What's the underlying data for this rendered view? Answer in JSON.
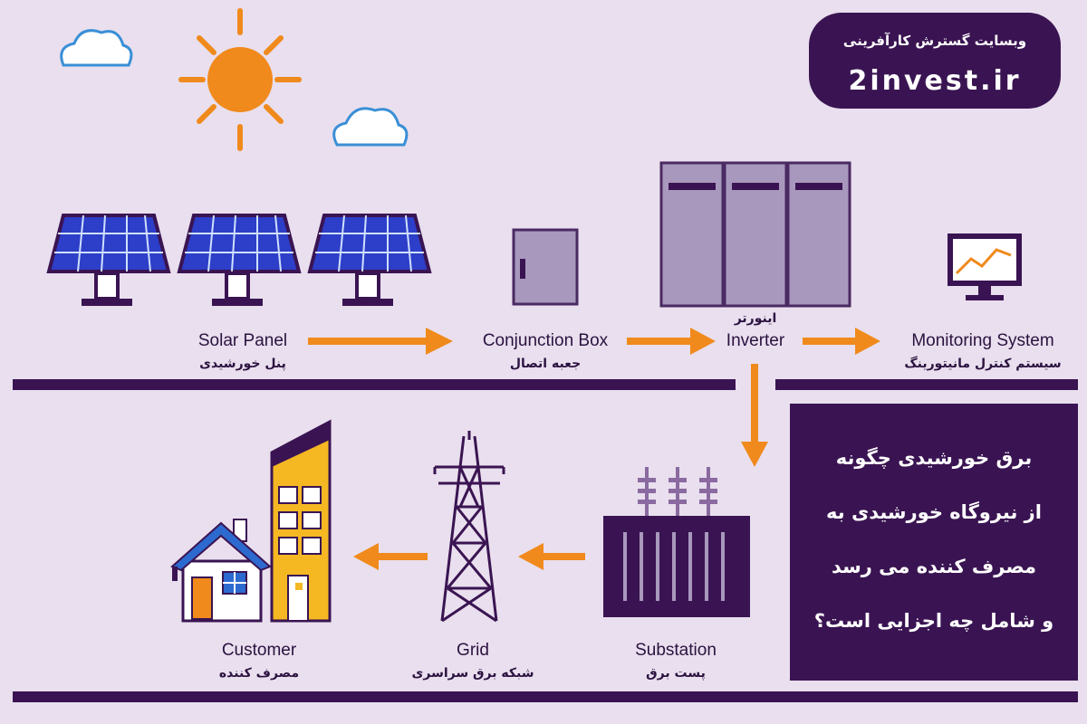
{
  "brand": {
    "title": "وبسایت گسترش کارآفرینی",
    "url": "2invest.ir"
  },
  "nodes": {
    "solar_panel": {
      "en": "Solar Panel",
      "fa": "پنل خورشیدی"
    },
    "conjunction_box": {
      "en": "Conjunction Box",
      "fa": "جعبه اتصال"
    },
    "inverter": {
      "en": "Inverter",
      "fa": "اینورتر"
    },
    "monitoring": {
      "en": "Monitoring System",
      "fa": "سیستم کنترل مانیتورینگ"
    },
    "substation": {
      "en": "Substation",
      "fa": "پست برق"
    },
    "grid": {
      "en": "Grid",
      "fa": "شبکه برق سراسری"
    },
    "customer": {
      "en": "Customer",
      "fa": "مصرف کننده"
    }
  },
  "headline": {
    "lines": [
      "برق خورشیدی چگونه",
      "از نیروگاه خورشیدی به",
      "مصرف کننده می رسد",
      "و شامل چه اجزایی است؟"
    ]
  },
  "colors": {
    "accent": "#f08a1c",
    "dark": "#3a1452",
    "panel": "#2d3ec8",
    "background": "#e9dfee"
  }
}
